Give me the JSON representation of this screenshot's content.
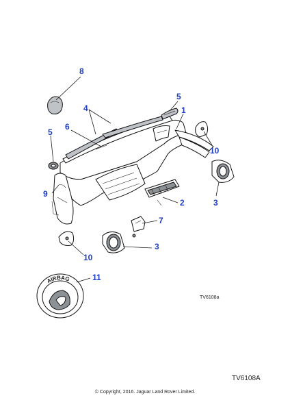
{
  "diagram": {
    "callouts": [
      {
        "id": "8",
        "label": "8"
      },
      {
        "id": "4",
        "label": "4"
      },
      {
        "id": "5a",
        "label": "5"
      },
      {
        "id": "1",
        "label": "1"
      },
      {
        "id": "6",
        "label": "6"
      },
      {
        "id": "5b",
        "label": "5"
      },
      {
        "id": "10a",
        "label": "10"
      },
      {
        "id": "9",
        "label": "9"
      },
      {
        "id": "2",
        "label": "2"
      },
      {
        "id": "3a",
        "label": "3"
      },
      {
        "id": "7",
        "label": "7"
      },
      {
        "id": "3b",
        "label": "3"
      },
      {
        "id": "10b",
        "label": "10"
      },
      {
        "id": "11",
        "label": "11"
      }
    ],
    "airbag_text": "AIRBAG",
    "ref_small": "TV6108a",
    "ref_large": "TV6108A",
    "copyright": "© Copyright, 2016. Jaguar Land Rover Limited."
  }
}
